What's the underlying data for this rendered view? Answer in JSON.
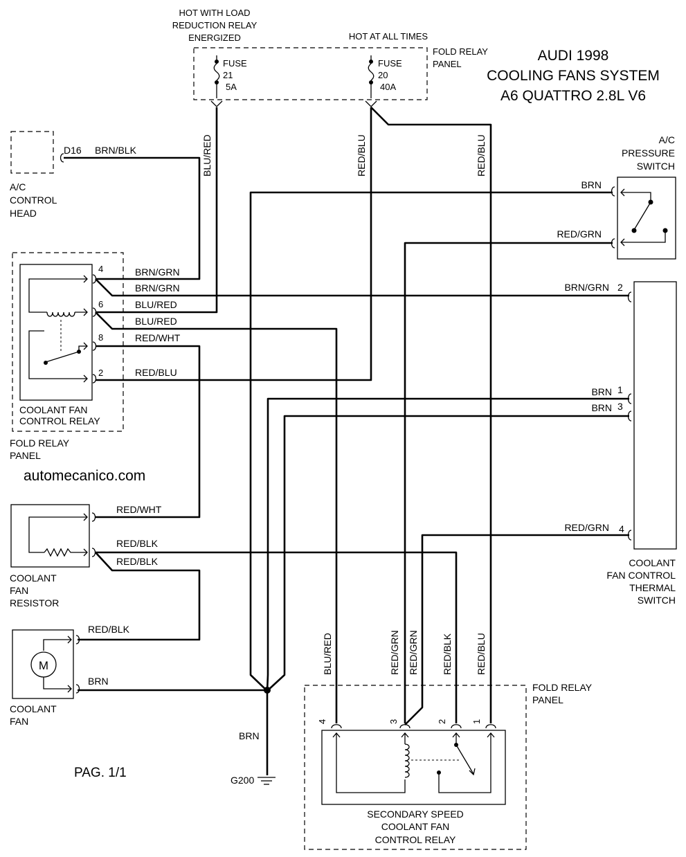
{
  "title": {
    "line1": "AUDI 1998",
    "line2": "COOLING FANS SYSTEM",
    "line3": "A6 QUATTRO 2.8L V6"
  },
  "website": "automecanico.com",
  "page_number": "PAG. 1/1",
  "power": {
    "hot_load_line1": "HOT WITH LOAD",
    "hot_load_line2": "REDUCTION RELAY",
    "hot_load_line3": "ENERGIZED",
    "hot_all": "HOT AT ALL TIMES",
    "fuse21": {
      "name": "FUSE",
      "num": "21",
      "amps": "5A"
    },
    "fuse20": {
      "name": "FUSE",
      "num": "20",
      "amps": "40A"
    },
    "panel_line1": "FOLD RELAY",
    "panel_line2": "PANEL"
  },
  "ac_control_head": {
    "pin": "D16",
    "wire": "BRN/BLK",
    "line1": "A/C",
    "line2": "CONTROL",
    "line3": "HEAD"
  },
  "ac_pressure_switch": {
    "line1": "A/C",
    "line2": "PRESSURE",
    "line3": "SWITCH",
    "wire_top": "BRN",
    "wire_bottom": "RED/GRN"
  },
  "coolant_fan_control_relay": {
    "line1": "COOLANT FAN",
    "line2": "CONTROL RELAY",
    "panel_line1": "FOLD RELAY",
    "panel_line2": "PANEL",
    "pins": [
      "4",
      "6",
      "8",
      "2"
    ],
    "wires": [
      "BRN/GRN",
      "BRN/GRN",
      "BLU/RED",
      "BLU/RED",
      "RED/WHT",
      "RED/BLU"
    ]
  },
  "thermal_switch": {
    "line1": "COOLANT",
    "line2": "FAN CONTROL",
    "line3": "THERMAL",
    "line4": "SWITCH",
    "pins": [
      {
        "pin": "2",
        "wire": "BRN/GRN"
      },
      {
        "pin": "1",
        "wire": "BRN"
      },
      {
        "pin": "3",
        "wire": "BRN"
      },
      {
        "pin": "4",
        "wire": "RED/GRN"
      }
    ]
  },
  "coolant_fan_resistor": {
    "line1": "COOLANT",
    "line2": "FAN",
    "line3": "RESISTOR",
    "wire_top": "RED/WHT",
    "wire_mid": "RED/BLK",
    "wire_bot": "RED/BLK"
  },
  "coolant_fan": {
    "line1": "COOLANT",
    "line2": "FAN",
    "motor": "M",
    "wire_top": "RED/BLK",
    "wire_bot": "BRN"
  },
  "ground": {
    "wire": "BRN",
    "label": "G200"
  },
  "secondary_relay": {
    "line1": "SECONDARY SPEED",
    "line2": "COOLANT FAN",
    "line3": "CONTROL RELAY",
    "panel_line1": "FOLD RELAY",
    "panel_line2": "PANEL",
    "pins": [
      "4",
      "3",
      "2",
      "1"
    ]
  },
  "vertical_wires": {
    "blu_red_top": "BLU/RED",
    "red_blu_top1": "RED/BLU",
    "red_blu_top2": "RED/BLU",
    "bottom": [
      "BLU/RED",
      "RED/GRN",
      "RED/GRN",
      "RED/BLK",
      "RED/BLU"
    ]
  }
}
